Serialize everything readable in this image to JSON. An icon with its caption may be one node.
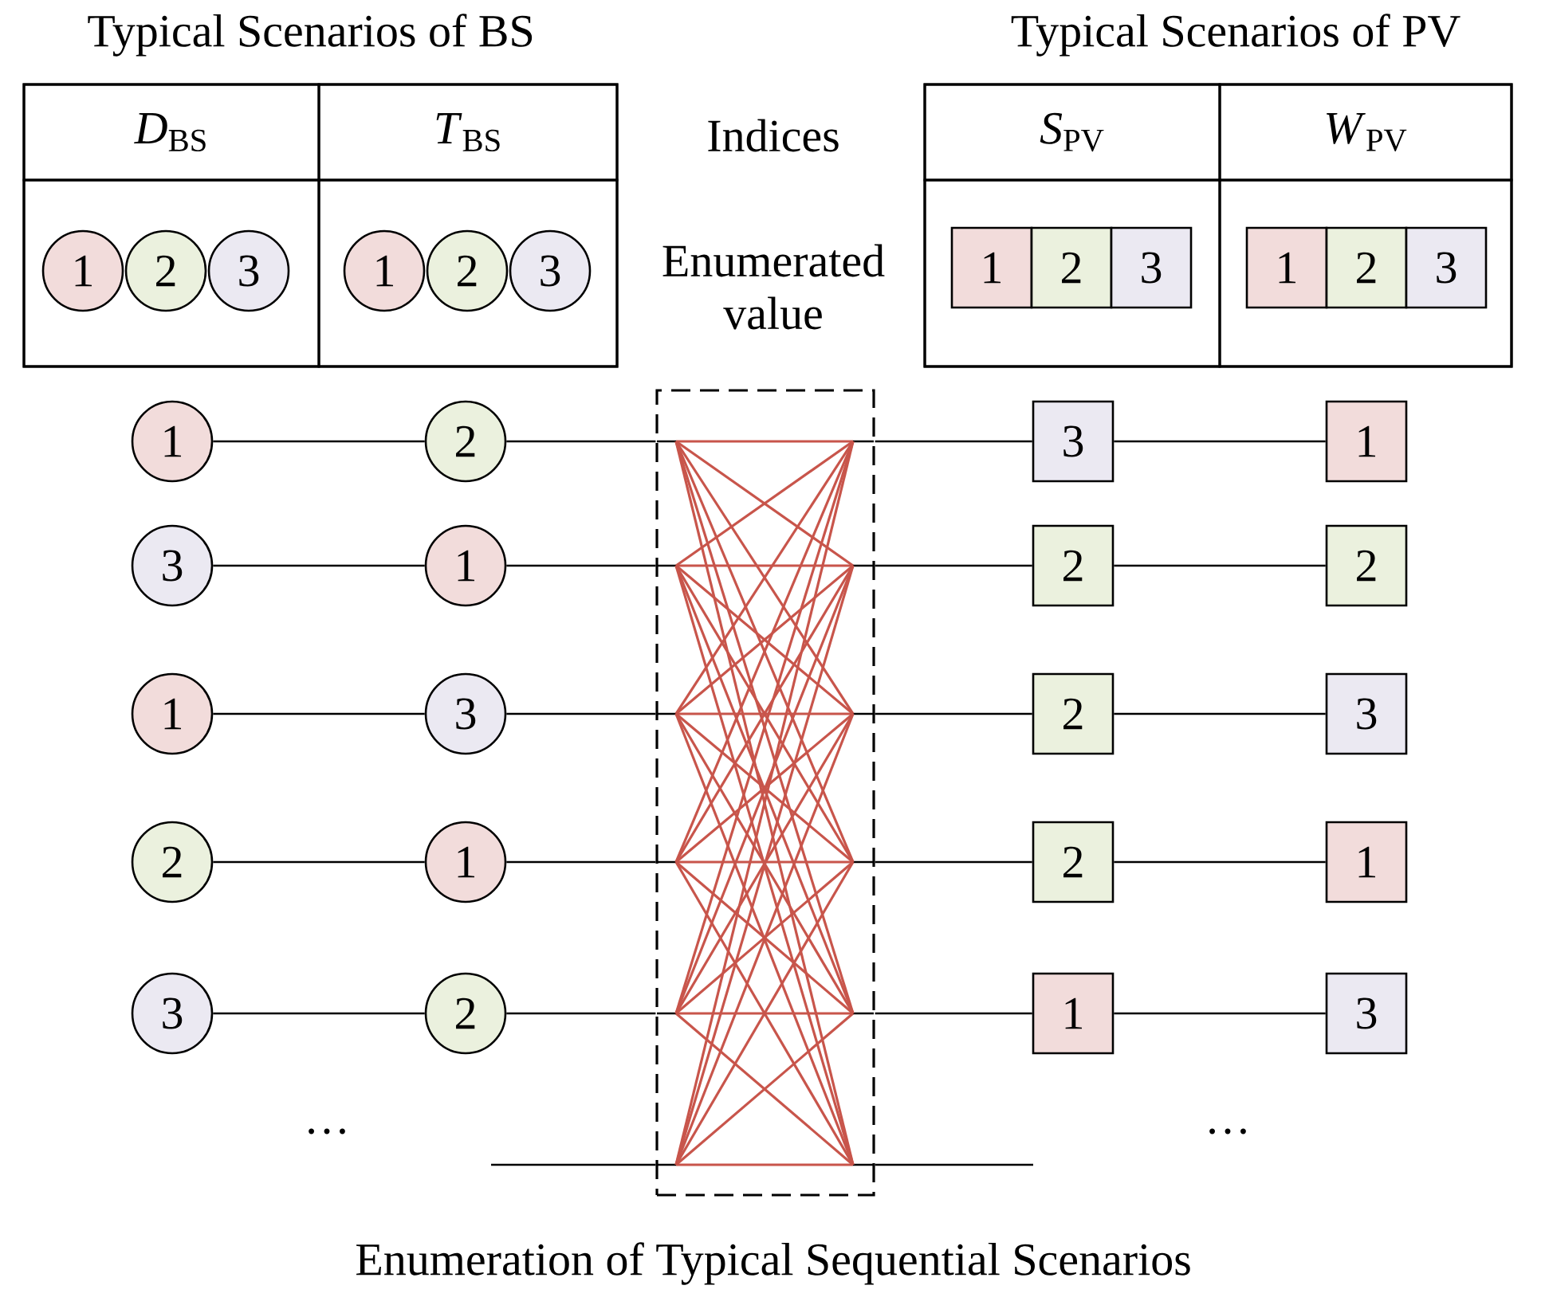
{
  "diagram": {
    "caption": "Enumeration of Typical Sequential Scenarios",
    "nodes": [
      {
        "text": [
          "Typical Scenarios of BS"
        ]
      },
      {
        "text": [
          "*D*$_{BS}$"
        ],
        "in": 0
      },
      {
        "text": [
          "*T*$_{BS}$"
        ],
        "in": 0
      },
      {
        "text": [],
        "shape": "box",
        "in": 0
      },
      {
        "text": [
          "1"
        ],
        "in": 3
      },
      {
        "text": [
          "2"
        ],
        "in": 3
      },
      {
        "text": [
          "3"
        ],
        "in": 3
      },
      {
        "text": [],
        "shape": "box",
        "in": 0
      },
      {
        "text": [
          "1"
        ],
        "in": 7
      },
      {
        "text": [
          "2"
        ],
        "in": 7
      },
      {
        "text": [
          "3"
        ],
        "in": 7
      },
      {
        "text": [
          "Typical Scenarios of PV"
        ]
      },
      {
        "text": [
          "*S*$_{PV}$"
        ],
        "in": 11
      },
      {
        "text": [
          "*W*$_{PV}$"
        ],
        "in": 11
      },
      {
        "text": [],
        "shape": "box",
        "in": 11
      },
      {
        "text": [
          "1"
        ],
        "in": 14
      },
      {
        "text": [
          "2"
        ],
        "in": 14
      },
      {
        "text": [
          "3"
        ],
        "in": 14
      },
      {
        "text": [],
        "shape": "box",
        "in": 11
      },
      {
        "text": [
          "1"
        ],
        "in": 18
      },
      {
        "text": [
          "2"
        ],
        "in": 18
      },
      {
        "text": [
          "3"
        ],
        "in": 18
      },
      {
        "text": [
          "1"
        ]
      },
      {
        "text": [
          "2"
        ]
      },
      {
        "text": [
          "3"
        ]
      },
      {
        "text": [
          "1"
        ]
      },
      {
        "text": [
          "3"
        ]
      },
      {
        "text": [
          "1"
        ]
      },
      {
        "text": [
          "2"
        ]
      },
      {
        "text": [
          "2"
        ]
      },
      {
        "text": [
          "1"
        ]
      },
      {
        "text": [
          "3"
        ]
      },
      {
        "text": [
          "2"
        ]
      },
      {
        "text": [
          "3"
        ]
      },
      {
        "text": [
          "2"
        ]
      },
      {
        "text": [
          "1"
        ]
      },
      {
        "text": [
          "2"
        ]
      },
      {
        "text": [
          "1"
        ]
      },
      {
        "text": [
          "3"
        ]
      },
      {
        "text": [
          "2"
        ]
      },
      {
        "text": [
          "1"
        ]
      },
      {
        "text": [
          "3"
        ]
      },
      {
        "text": [],
        "shape": "box"
      }
    ],
    "edges": [
      {
        "from": 22,
        "to": 23,
        "arrow": "none"
      },
      {
        "from": 23,
        "to": 42,
        "arrow": "none"
      },
      {
        "from": 42,
        "to": 24,
        "arrow": "none"
      },
      {
        "from": 24,
        "to": 25,
        "arrow": "none"
      },
      {
        "from": 26,
        "to": 27,
        "arrow": "none"
      },
      {
        "from": 27,
        "to": 42,
        "arrow": "none"
      },
      {
        "from": 42,
        "to": 28,
        "arrow": "none"
      },
      {
        "from": 28,
        "to": 29,
        "arrow": "none"
      },
      {
        "from": 30,
        "to": 31,
        "arrow": "none"
      },
      {
        "from": 31,
        "to": 42,
        "arrow": "none"
      },
      {
        "from": 42,
        "to": 32,
        "arrow": "none"
      },
      {
        "from": 32,
        "to": 33,
        "arrow": "none"
      },
      {
        "from": 34,
        "to": 35,
        "arrow": "none"
      },
      {
        "from": 35,
        "to": 42,
        "arrow": "none"
      },
      {
        "from": 42,
        "to": 36,
        "arrow": "none"
      },
      {
        "from": 36,
        "to": 37,
        "arrow": "none"
      },
      {
        "from": 38,
        "to": 39,
        "arrow": "none"
      },
      {
        "from": 39,
        "to": 42,
        "arrow": "none"
      },
      {
        "from": 42,
        "to": 40,
        "arrow": "none"
      },
      {
        "from": 40,
        "to": 41,
        "arrow": "none"
      },
      {
        "from": null,
        "to": 42,
        "arrow": "none"
      },
      {
        "from": 42,
        "to": null,
        "arrow": "none"
      }
    ],
    "labels": [
      "Indices",
      "Enumerated value",
      "…",
      "…"
    ]
  }
}
